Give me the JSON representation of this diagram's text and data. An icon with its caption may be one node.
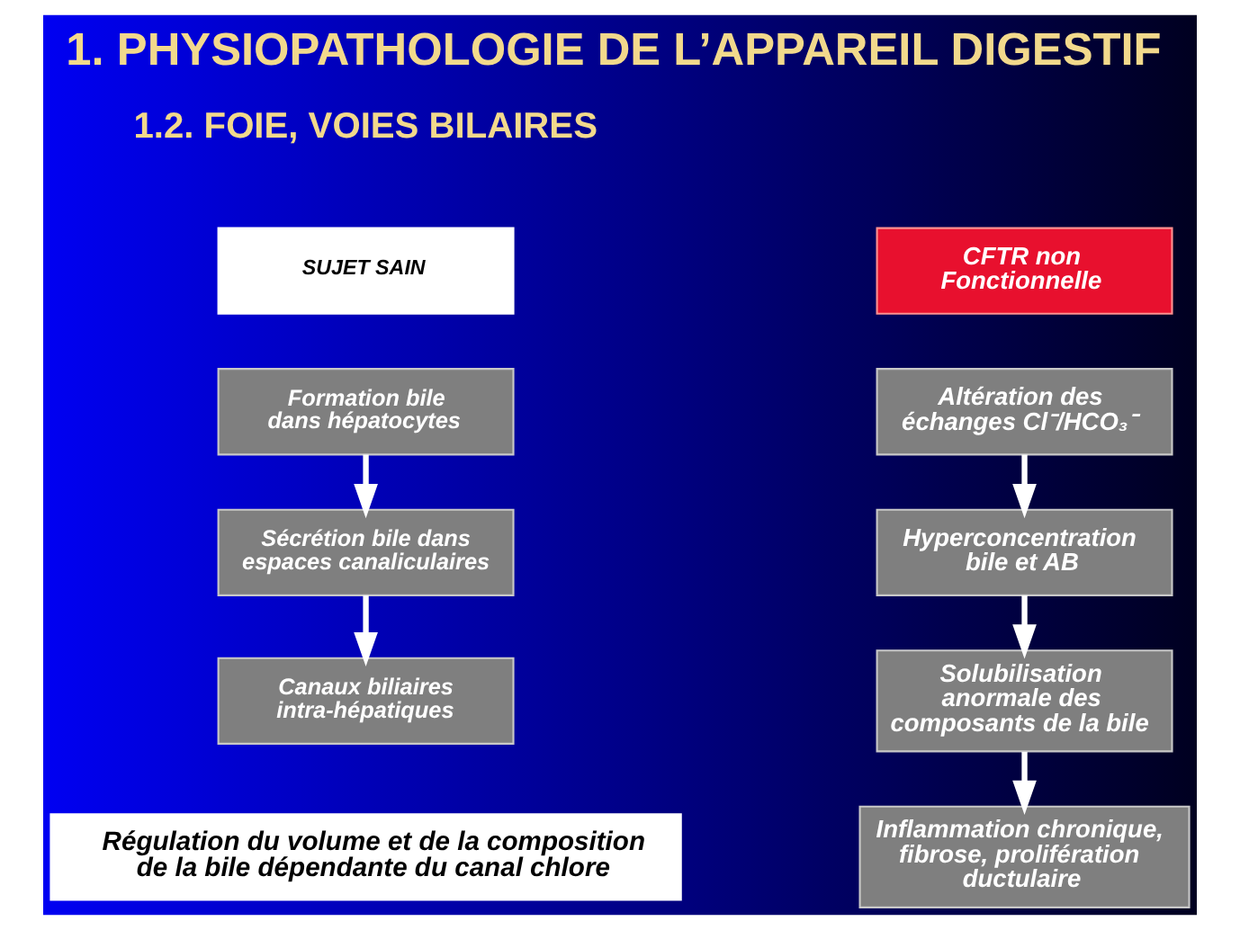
{
  "diagram": {
    "title": "1. PHYSIOPATHOLOGIE DE L’APPAREIL DIGESTIF",
    "nodes": [
      {
        "text": [
          "SUJET SAIN"
        ]
      },
      {
        "text": [
          "Formation bile dans hépatocytes"
        ]
      },
      {
        "text": [
          "Sécrétion bile dans espaces canaliculaires"
        ]
      },
      {
        "text": [
          "Canaux biliaires intra-hépatiques"
        ]
      },
      {
        "text": [
          "Régulation du volume et de la composition de la bile dépendante du canal chlore"
        ]
      },
      {
        "text": [
          "CFTR non Fonctionnelle"
        ]
      },
      {
        "text": [
          "Altération des échanges Cl⁻/HCO₃⁻"
        ]
      },
      {
        "text": [
          "Hyperconcentration bile et AB"
        ]
      },
      {
        "text": [
          "Solubilisation anormale des composants de la bile"
        ]
      },
      {
        "text": [
          "Inflammation chronique, fibrose, prolifération ductulaire"
        ]
      }
    ],
    "edges": [
      {
        "from": 1,
        "to": 2,
        "arrow": "to"
      },
      {
        "from": 2,
        "to": 3,
        "arrow": "to"
      },
      {
        "from": 6,
        "to": 7,
        "arrow": "to"
      },
      {
        "from": 7,
        "to": 8,
        "arrow": "to"
      },
      {
        "from": 8,
        "to": 9,
        "arrow": "to"
      }
    ],
    "labels": [
      "1.2. FOIE, VOIES BILAIRES"
    ]
  }
}
